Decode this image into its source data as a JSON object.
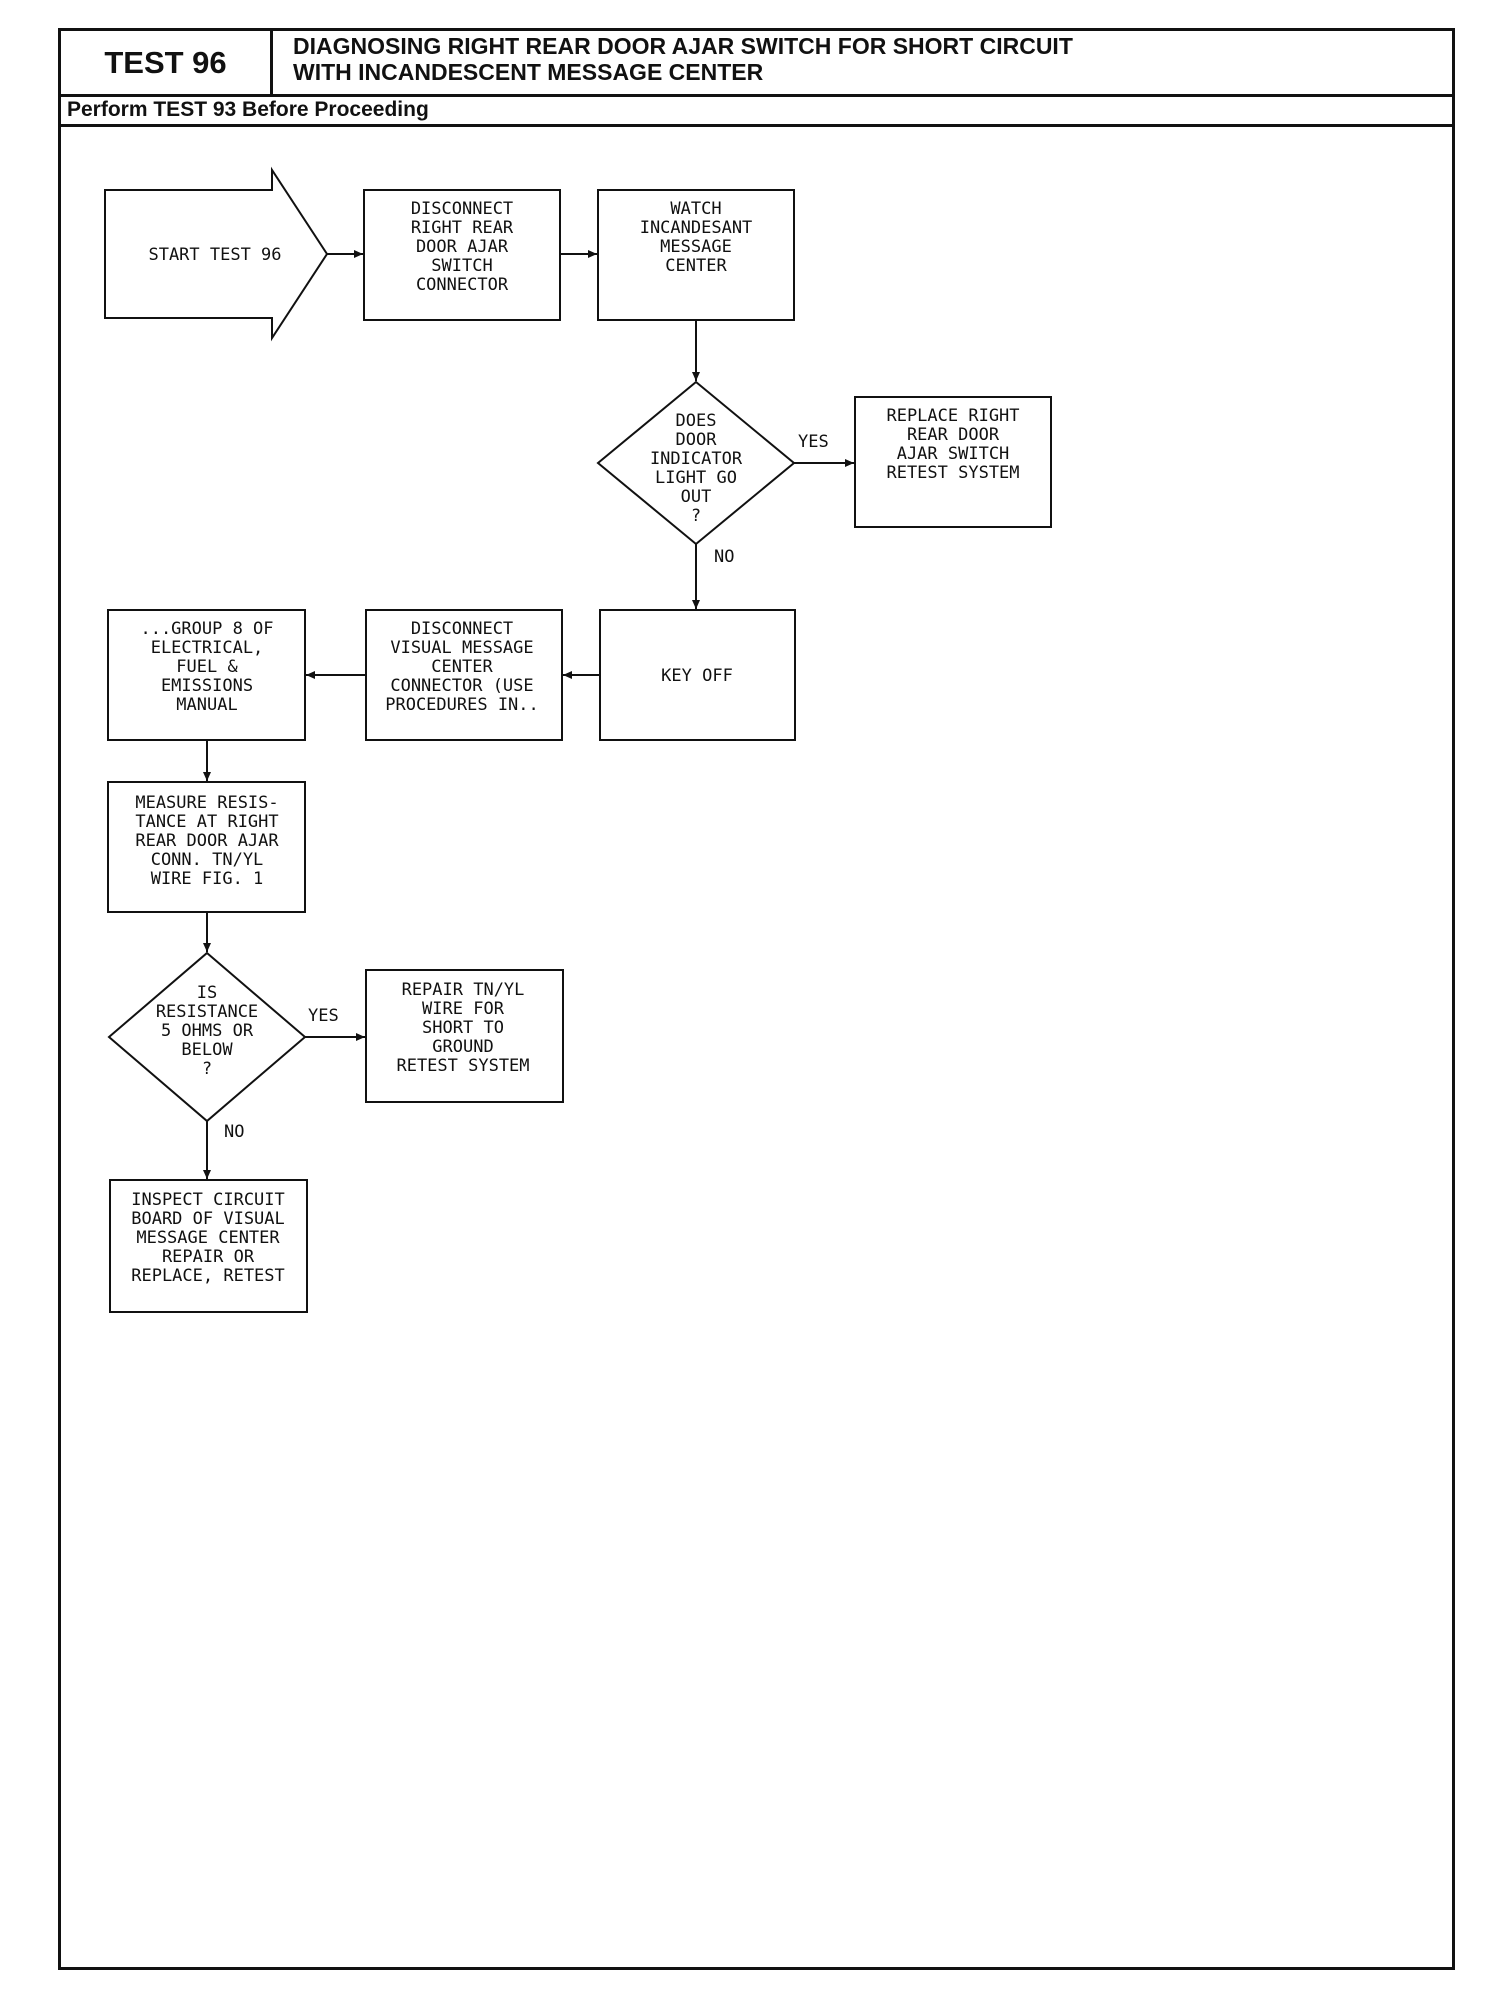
{
  "header": {
    "test_id": "TEST 96",
    "title_line1": "DIAGNOSING RIGHT REAR DOOR AJAR SWITCH FOR SHORT CIRCUIT",
    "title_line2": "WITH INCANDESCENT MESSAGE CENTER",
    "prerequisite": "Perform TEST 93 Before Proceeding"
  },
  "flowchart": {
    "start": [
      "START TEST 96"
    ],
    "disconnect_switch": [
      "DISCONNECT",
      "RIGHT REAR",
      "DOOR AJAR",
      "SWITCH",
      "CONNECTOR"
    ],
    "watch_center": [
      "WATCH",
      "INCANDESANT",
      "MESSAGE",
      "CENTER"
    ],
    "decision_light": [
      "DOES",
      "DOOR",
      "INDICATOR",
      "LIGHT GO",
      "OUT",
      "?"
    ],
    "replace_switch": [
      "REPLACE RIGHT",
      "REAR DOOR",
      "AJAR SWITCH",
      "RETEST SYSTEM"
    ],
    "key_off": [
      "KEY OFF"
    ],
    "disconnect_visual": [
      "DISCONNECT",
      "VISUAL MESSAGE",
      "CENTER",
      "CONNECTOR (USE",
      "PROCEDURES IN.."
    ],
    "group_manual": [
      "...GROUP 8 OF",
      "ELECTRICAL,",
      "FUEL &",
      "EMISSIONS",
      "MANUAL"
    ],
    "measure_resistance": [
      "MEASURE RESIS-",
      "TANCE AT RIGHT",
      "REAR DOOR AJAR",
      "CONN. TN/YL",
      "WIRE FIG. 1"
    ],
    "decision_resistance": [
      "IS",
      "RESISTANCE",
      "5 OHMS OR",
      "BELOW",
      "?"
    ],
    "repair_wire": [
      "REPAIR TN/YL",
      "WIRE FOR",
      "SHORT TO",
      "GROUND",
      "RETEST SYSTEM"
    ],
    "inspect_board": [
      "INSPECT CIRCUIT",
      "BOARD OF VISUAL",
      "MESSAGE CENTER",
      "REPAIR OR",
      "REPLACE, RETEST"
    ],
    "labels": {
      "yes": "YES",
      "no": "NO"
    }
  }
}
